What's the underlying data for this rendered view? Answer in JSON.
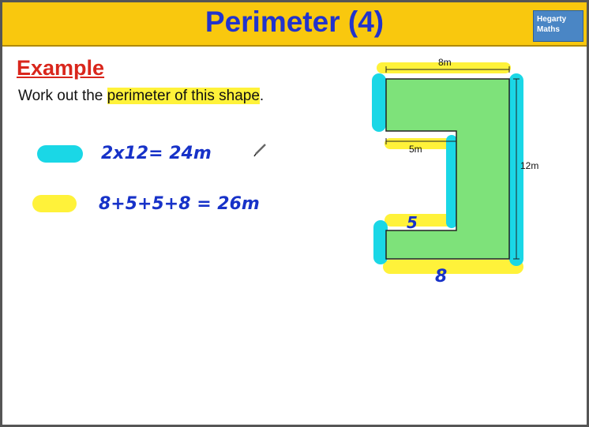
{
  "title": "Perimeter (4)",
  "logo": {
    "text": "Hegarty Maths",
    "bg_color": "#4a86c5"
  },
  "example": {
    "heading": "Example",
    "question_before": "Work out the ",
    "question_highlight": "perimeter of this shape",
    "question_after": "."
  },
  "working": {
    "cyan_line": "2x12= 24m",
    "yellow_line": "8+5+5+8 = 26m",
    "cyan_color": "#1ad7e6",
    "yellow_color": "#fff23a"
  },
  "shape": {
    "fill_color": "#7ee27a",
    "labels": {
      "top": "8m",
      "inner": "5m",
      "right": "12m"
    },
    "annotations": {
      "lower_inner": "5",
      "bottom": "8"
    }
  }
}
